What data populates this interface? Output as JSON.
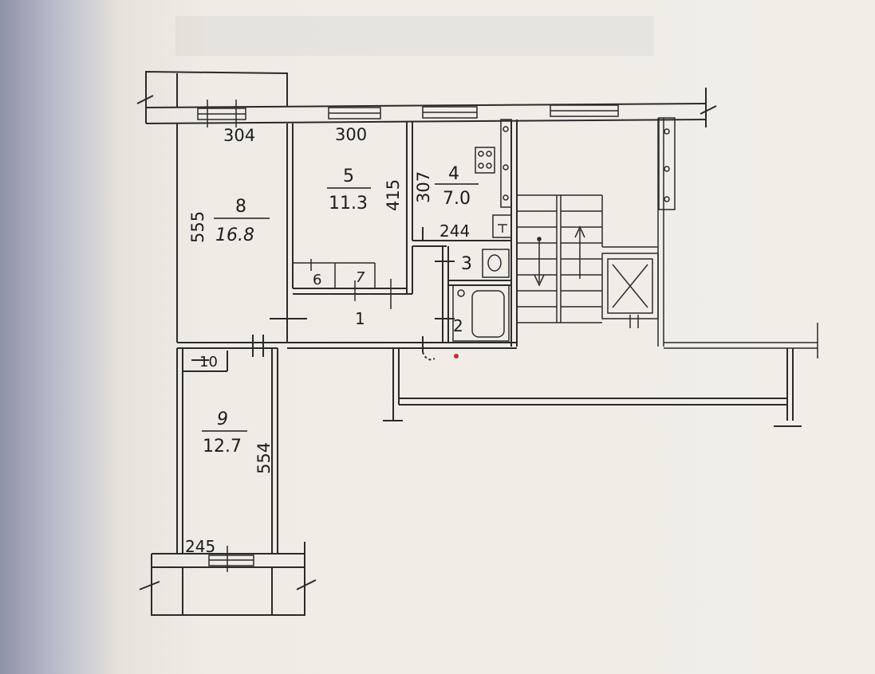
{
  "rooms": {
    "r8": {
      "number": "8",
      "area": "16.8"
    },
    "r5": {
      "number": "5",
      "area": "11.3"
    },
    "r4": {
      "number": "4",
      "area": "7.0"
    },
    "r9": {
      "number": "9",
      "area": "12.7"
    },
    "r1": {
      "number": "1"
    },
    "r2": {
      "number": "2"
    },
    "r3": {
      "number": "3"
    },
    "r6": {
      "number": "6"
    },
    "r7": {
      "number": "7"
    },
    "r10": {
      "number": "10"
    }
  },
  "dimensions": {
    "d304": "304",
    "d300": "300",
    "d555": "555",
    "d415": "415",
    "d307": "307",
    "d244": "244",
    "d554": "554",
    "d245": "245"
  }
}
